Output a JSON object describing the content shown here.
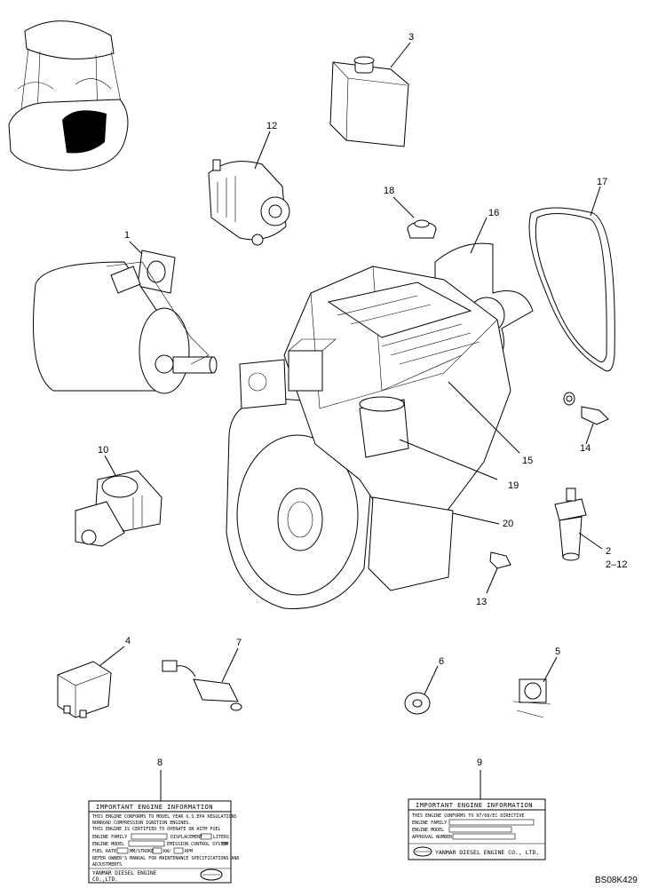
{
  "callouts": [
    "1",
    "2",
    "2–12",
    "3",
    "4",
    "5",
    "6",
    "7",
    "8",
    "9",
    "10",
    "12",
    "13",
    "14",
    "15",
    "16",
    "17",
    "18",
    "19",
    "20"
  ],
  "plate_8": {
    "header": "IMPORTANT ENGINE INFORMATION",
    "lines": [
      "THIS ENGINE CONFORMS TO    MODEL YEAR U.S.EPA REGULATIONS",
      "NONROAD COMPRESSION IGNITION ENGINES.",
      "THIS ENGINE IS CERTIFIED TO OPERATE ON ASTM FUEL",
      "ENGINE FAMILY",
      "DISPLACEMENT",
      "LITERS",
      "ENGINE MODEL",
      "EMISSION CONTROL SYSTEM",
      "EM",
      "FUEL RATE",
      "MM/STROKE",
      "KW/",
      "RPM",
      "REFER OWNER'S MANUAL FOR MAINTENANCE SPECIFICATIONS AND",
      "ADJUSTMENTS",
      "YANMAR DIESEL ENGINE",
      "CO.,LTD."
    ]
  },
  "plate_9": {
    "header": "IMPORTANT ENGINE INFORMATION",
    "lines": [
      "THIS ENGINE CONFORMS TO 97/68/EC DIRECTIVE",
      "ENGINE FAMILY",
      "ENGINE MODEL",
      "APPROVAL NUMBER"
    ],
    "maker": "YANMAR DIESEL ENGINE CO., LTD."
  },
  "figure_ref": "BS08K429"
}
